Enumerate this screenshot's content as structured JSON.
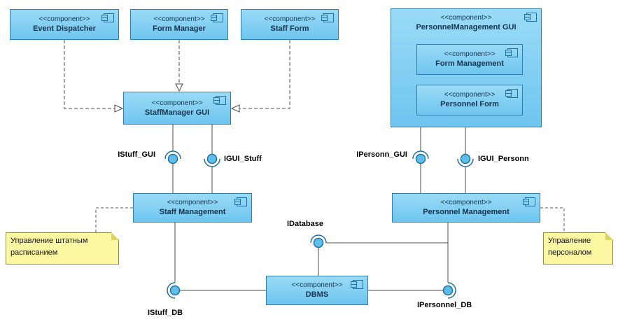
{
  "diagram_type": "uml-component-diagram",
  "stereotype": "<<component>>",
  "components": {
    "event_dispatcher": {
      "stereotype": "<<component>>",
      "name": "Event Dispatcher"
    },
    "form_manager": {
      "stereotype": "<<component>>",
      "name": "Form Manager"
    },
    "staff_form": {
      "stereotype": "<<component>>",
      "name": "Staff Form"
    },
    "personnel_management_gui": {
      "stereotype": "<<component>>",
      "name": "PersonnelManagement GUI"
    },
    "form_management": {
      "stereotype": "<<component>>",
      "name": "Form Management"
    },
    "personnel_form": {
      "stereotype": "<<component>>",
      "name": "Personnel Form"
    },
    "staffmanager_gui": {
      "stereotype": "<<component>>",
      "name": "StaffManager GUI"
    },
    "staff_management": {
      "stereotype": "<<component>>",
      "name": "Staff Management"
    },
    "personnel_management": {
      "stereotype": "<<component>>",
      "name": "Personnel Management"
    },
    "dbms": {
      "stereotype": "<<component>>",
      "name": "DBMS"
    }
  },
  "interfaces": {
    "istuff_gui": "IStuff_GUI",
    "igui_stuff": "IGUI_Stuff",
    "ipersonn_gui": "IPersonn_GUI",
    "igui_personn": "IGUI_Personn",
    "idatabase": "IDatabase",
    "istuff_db": "IStuff_DB",
    "ipersonnel_db": "IPersonnel_DB"
  },
  "notes": {
    "left": {
      "line1": "Управление штатным",
      "line2": "расписанием"
    },
    "right": {
      "line1": "Управление",
      "line2": "персоналом"
    }
  },
  "colors": {
    "component_fill": "#7FCDF2",
    "component_border": "#2F80B2",
    "interface_ball": "#5FBDEA",
    "connector": "#4D4D4D",
    "note_fill": "#FBF7A3"
  }
}
